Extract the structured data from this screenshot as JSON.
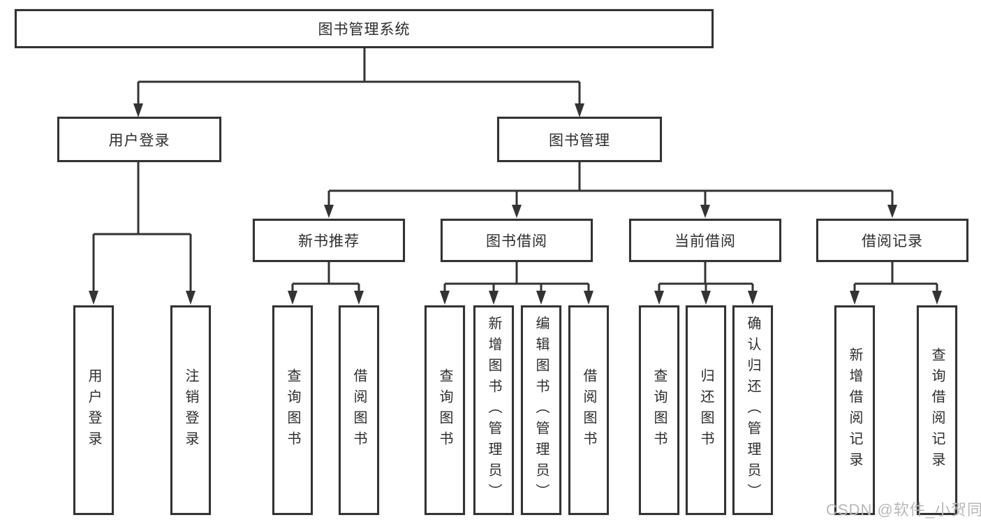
{
  "tree": {
    "root": "图书管理系统",
    "user_login": {
      "label": "用户登录",
      "children": [
        "用户登录",
        "注销登录"
      ]
    },
    "book_management": {
      "label": "图书管理",
      "groups": [
        {
          "label": "新书推荐",
          "children": [
            "查询图书",
            "借阅图书"
          ]
        },
        {
          "label": "图书借阅",
          "children": [
            "查询图书",
            "新增图书（管理员）",
            "编辑图书（管理员）",
            "借阅图书"
          ]
        },
        {
          "label": "当前借阅",
          "children": [
            "查询图书",
            "归还图书",
            "确认归还（管理员）"
          ]
        },
        {
          "label": "借阅记录",
          "children": [
            "新增借阅记录",
            "查询借阅记录"
          ]
        }
      ]
    }
  },
  "watermark": "CSDN @软件_小贺同学",
  "colors": {
    "line": "#333333",
    "text": "#2d2d2d",
    "watermark": "#b8b8b8",
    "background": "#ffffff"
  }
}
